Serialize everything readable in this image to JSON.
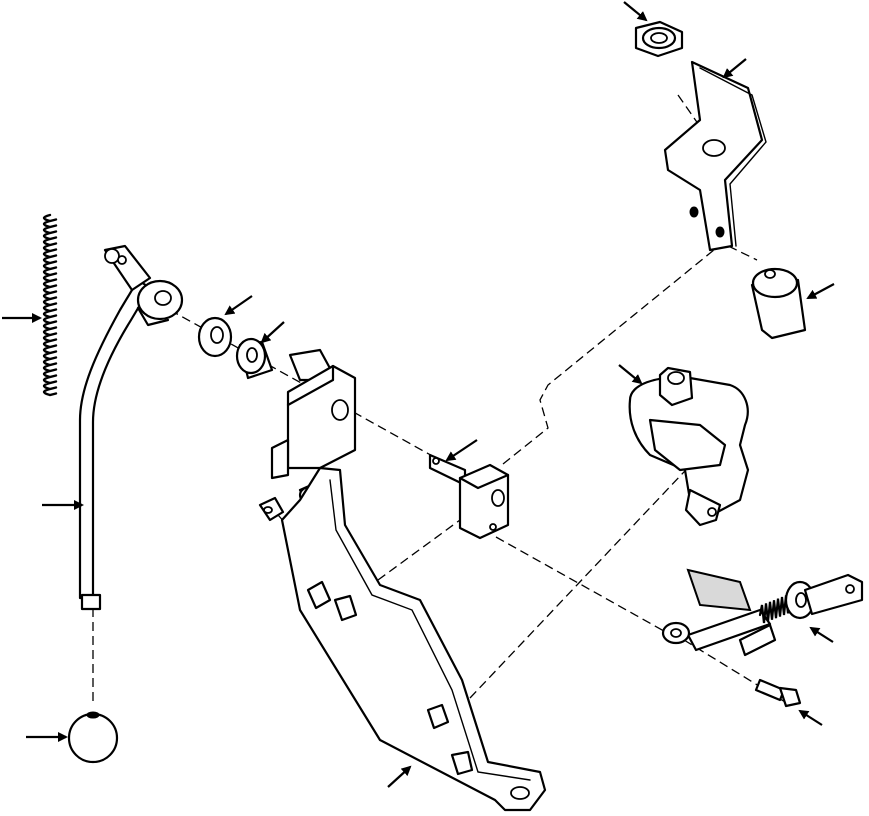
{
  "diagram": {
    "colors": {
      "ink": "#000000",
      "paper": "#ffffff",
      "shade": "#d9d9d9"
    },
    "callouts": [
      {
        "id": "spring",
        "target": [
          40,
          318
        ]
      },
      {
        "id": "shift-lever",
        "target": [
          82,
          505
        ]
      },
      {
        "id": "knob",
        "target": [
          66,
          737
        ]
      },
      {
        "id": "washer",
        "target": [
          226,
          314
        ]
      },
      {
        "id": "bushing",
        "target": [
          262,
          342
        ]
      },
      {
        "id": "pivot-pin",
        "target": [
          447,
          460
        ]
      },
      {
        "id": "support-bracket",
        "target": [
          410,
          767
        ]
      },
      {
        "id": "lock-nut",
        "target": [
          646,
          20
        ]
      },
      {
        "id": "mounting-plate",
        "target": [
          724,
          77
        ]
      },
      {
        "id": "detent-cap",
        "target": [
          808,
          298
        ]
      },
      {
        "id": "neutral-switch",
        "target": [
          641,
          383
        ]
      },
      {
        "id": "spring-washer",
        "target": [
          811,
          628
        ]
      },
      {
        "id": "cap-screw",
        "target": [
          800,
          711
        ]
      }
    ]
  }
}
